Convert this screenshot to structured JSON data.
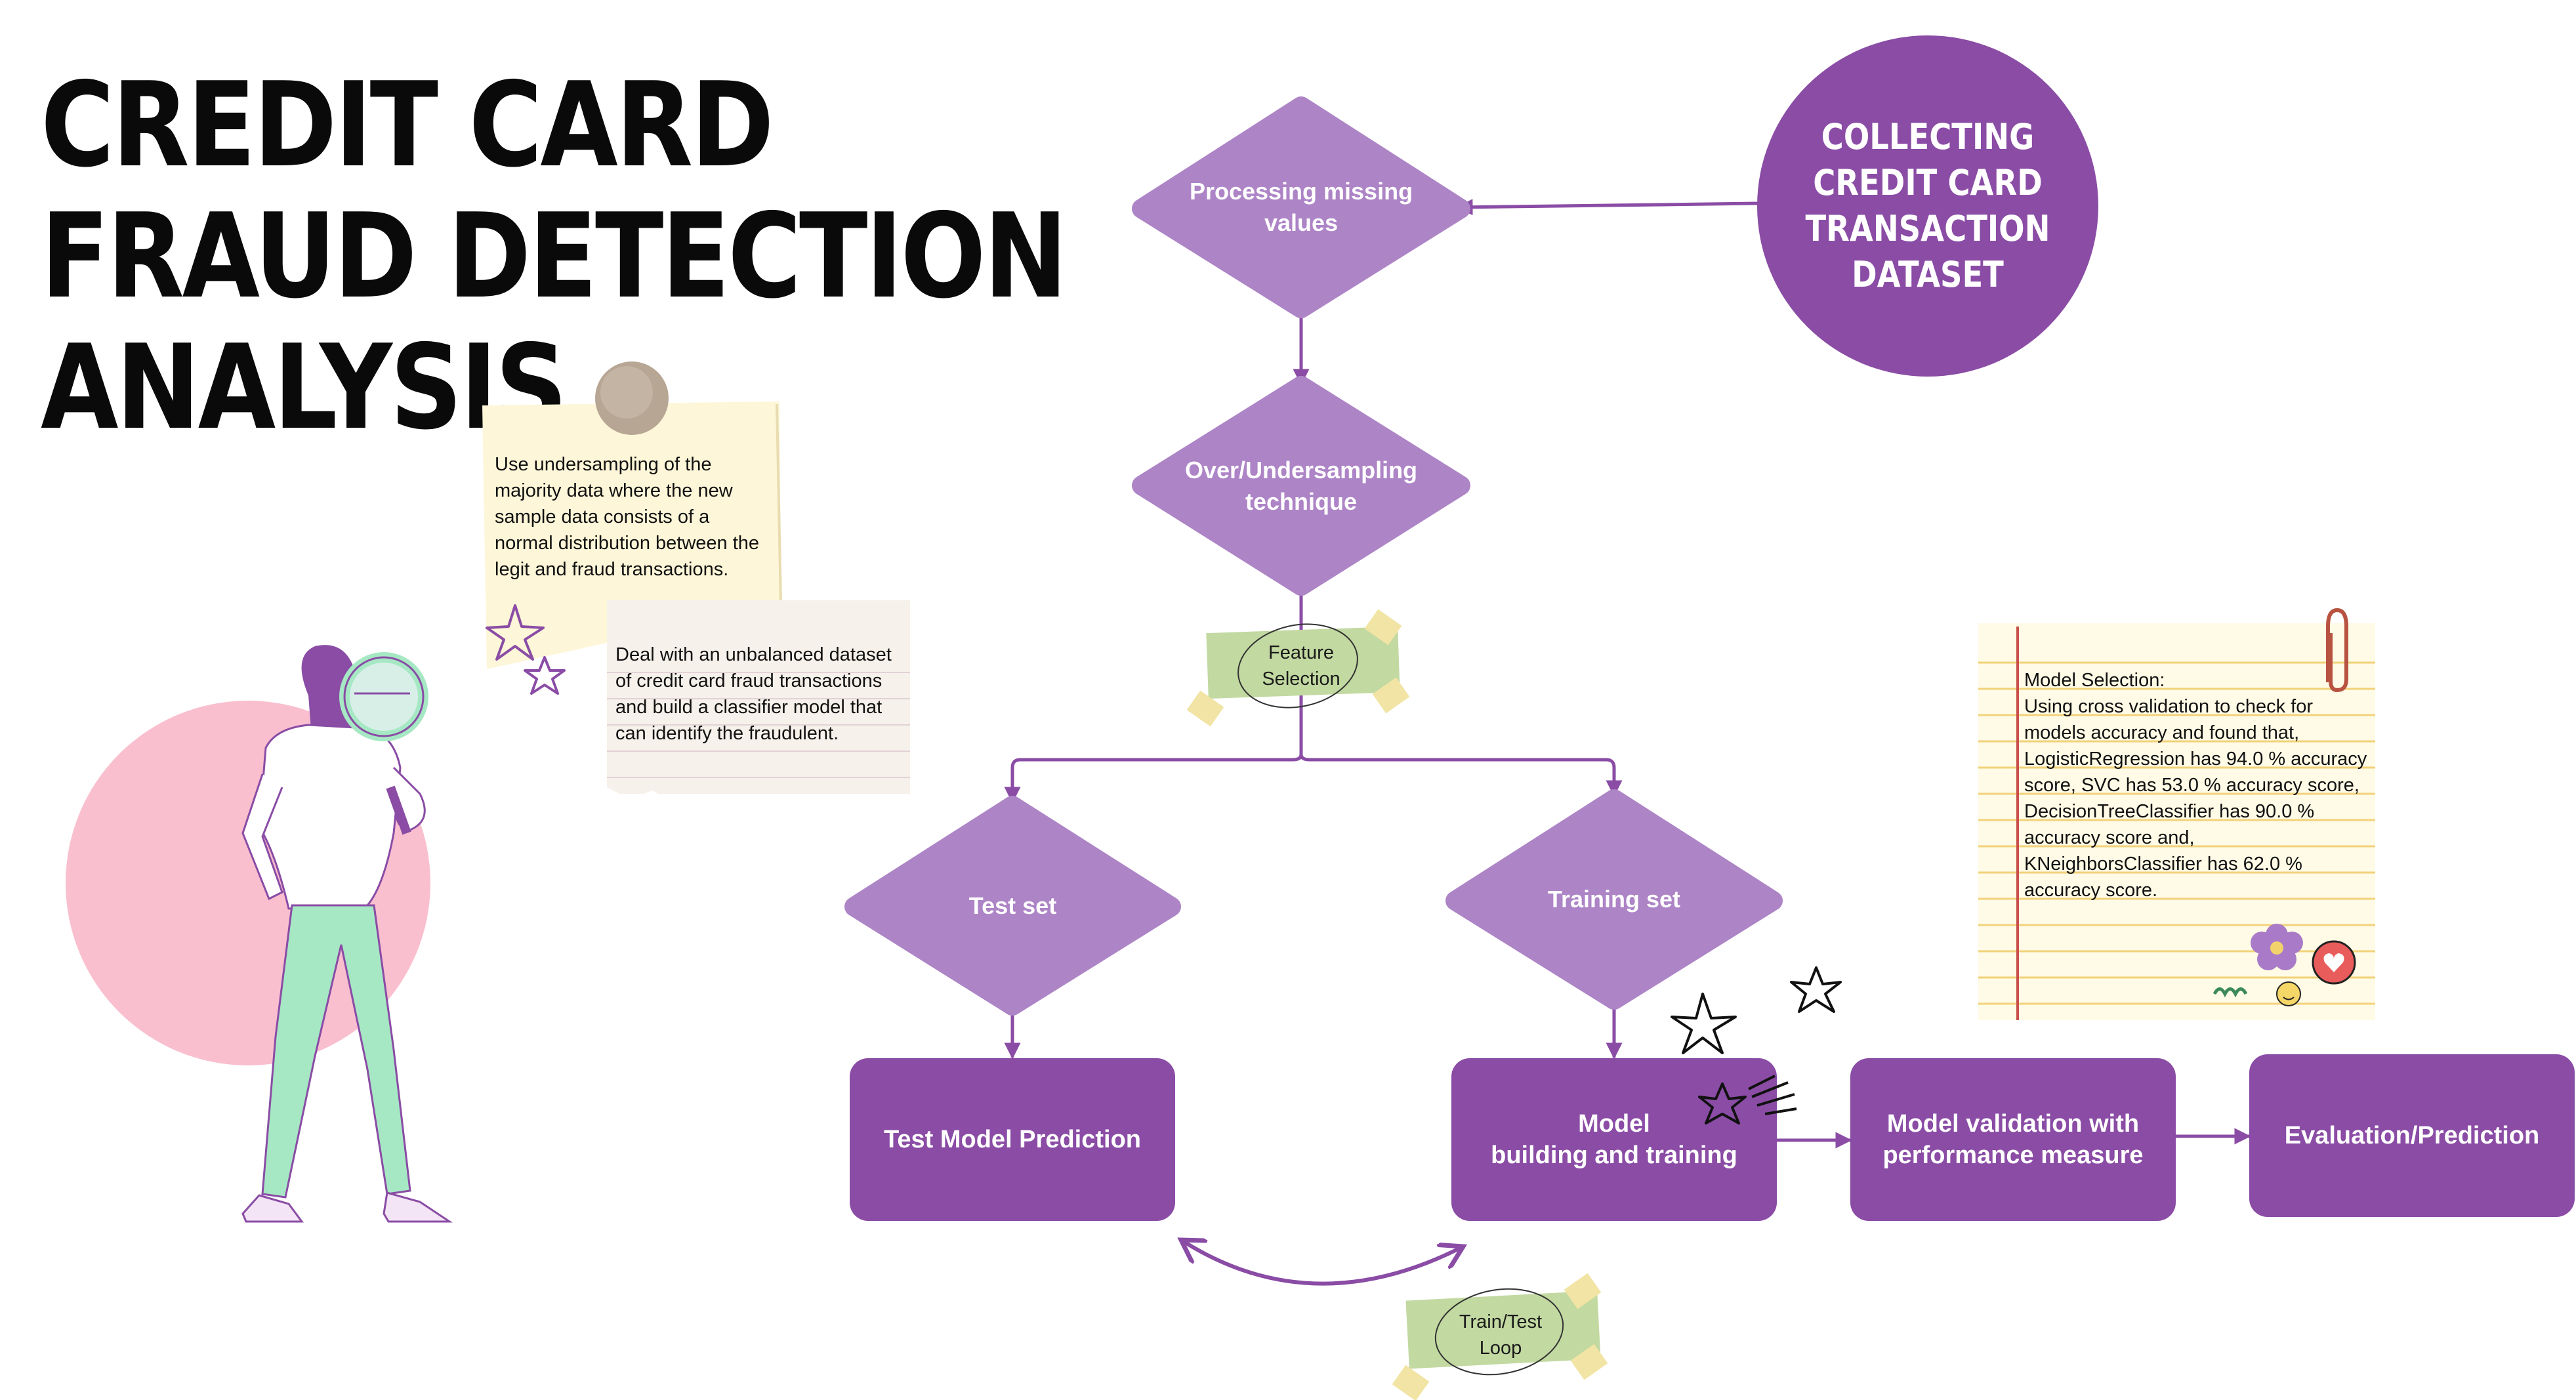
{
  "title": {
    "line1": "CREDIT CARD",
    "line2": "FRAUD DETECTION",
    "line3": "ANALYSIS"
  },
  "colors": {
    "diamond": "#ad84c6",
    "box": "#8a4ca5",
    "circle": "#8a4ca5",
    "arrow": "#8a4ca5",
    "title": "#0a0a0a",
    "pink_blob": "#f9bfcf",
    "tape": "#c2d9a1"
  },
  "nodes": {
    "collect": "COLLECTING\nCREDIT CARD\nTRANSACTION\nDATASET",
    "missing": "Processing missing\nvalues",
    "sampling": "Over/Undersampling\ntechnique",
    "test_set": "Test set",
    "training_set": "Training set",
    "test_pred": "Test Model Prediction",
    "model_build": "Model\nbuilding and training",
    "model_valid": "Model validation with\nperformance measure",
    "evaluation": "Evaluation/Prediction"
  },
  "tapes": {
    "feature": "Feature\nSelection",
    "loop": "Train/Test\nLoop"
  },
  "notes": {
    "undersampling": "Use  undersampling of the\nmajority data where the new\nsample data consists of a\nnormal distribution between the\nlegit and fraud transactions.",
    "unbalanced": "Deal with an unbalanced dataset\nof credit card fraud transactions\nand build a classifier model that\ncan identify the fraudulent.",
    "model_selection": "Model Selection:\nUsing cross validation to check for\nmodels accuracy and found that,\nLogisticRegression has 94.0 % accuracy\nscore, SVC has 53.0 % accuracy score,\nDecisionTreeClassifier has 90.0 %\naccuracy score and,\nKNeighborsClassifier has 62.0 %\naccuracy score."
  },
  "icons": [
    "magnifying-glass-icon",
    "star-icon",
    "flower-icon",
    "heart-bubble-icon",
    "smiley-icon",
    "paperclip-icon",
    "pushpin-icon"
  ]
}
